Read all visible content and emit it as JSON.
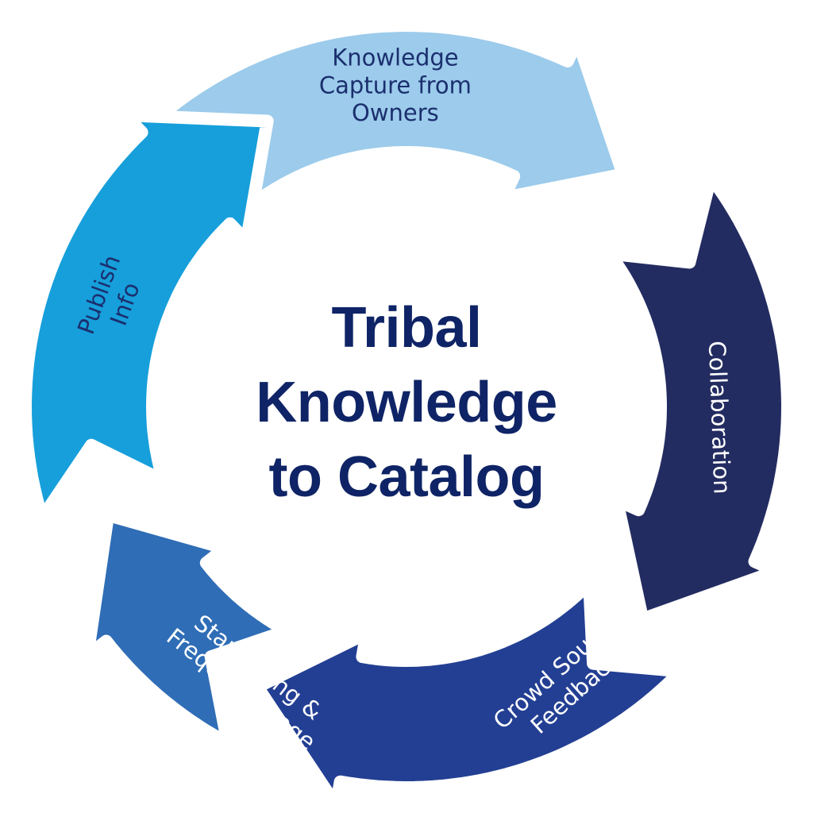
{
  "diagram": {
    "title_lines": [
      "Tribal",
      "Knowledge",
      "to Catalog"
    ],
    "colors": {
      "title": "#0f2466",
      "outline": "#ffffff"
    },
    "segments": [
      {
        "id": "capture",
        "lines": [
          "Knowledge",
          "Capture from",
          "Owners"
        ],
        "fill": "#9ccbeb",
        "text_color": "#1b2f6e"
      },
      {
        "id": "collaboration",
        "lines": [
          "Collaboration"
        ],
        "fill": "#232c61",
        "text_color": "#ffffff"
      },
      {
        "id": "crowd",
        "lines": [
          "Crowd Source",
          "Feedback"
        ],
        "fill": "#233f93",
        "text_color": "#ffffff"
      },
      {
        "id": "star",
        "lines": [
          "Star Rating &",
          "Frequent Usage"
        ],
        "fill": "#2f6db6",
        "text_color": "#ffffff"
      },
      {
        "id": "publish",
        "lines": [
          "Publish",
          "Info"
        ],
        "fill": "#169fdb",
        "text_color": "#1b2f6e"
      }
    ]
  }
}
